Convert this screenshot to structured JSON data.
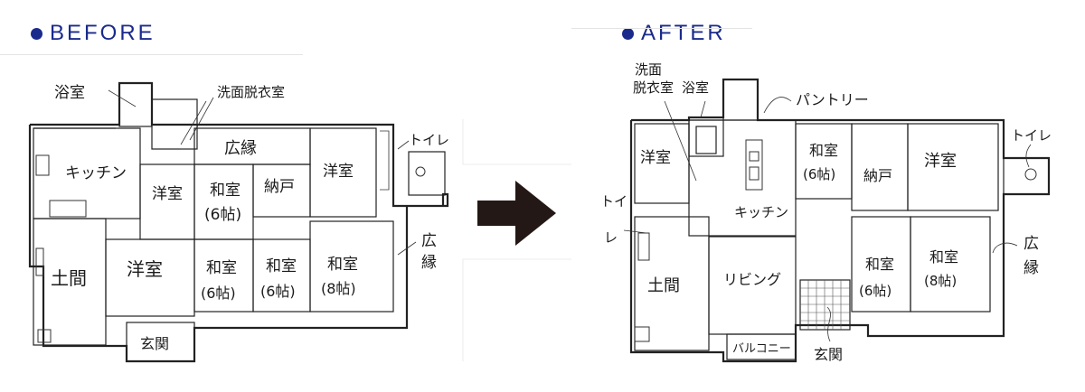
{
  "headings": {
    "before": "BEFORE",
    "after": "AFTER"
  },
  "before_labels": {
    "bath": "浴室",
    "washroom": "洗面脱衣室",
    "toilet": "トイレ",
    "engawa_top": "広縁",
    "kitchen": "キッチン",
    "western_small": "洋室",
    "washitsu_6a": "和室",
    "washitsu_6a_size": "(6帖)",
    "storage": "納戸",
    "western_right": "洋室",
    "doma": "土間",
    "western_center": "洋室",
    "washitsu_6b": "和室",
    "washitsu_6b_size": "(6帖)",
    "washitsu_6c": "和室",
    "washitsu_6c_size": "(6帖)",
    "washitsu_8": "和室",
    "washitsu_8_size": "(8帖)",
    "engawa_right_1": "広",
    "engawa_right_2": "縁",
    "entrance": "玄関"
  },
  "after_labels": {
    "washroom_1": "洗面",
    "washroom_2": "脱衣室",
    "bath": "浴室",
    "pantry": "パントリー",
    "toilet_top": "トイレ",
    "western_left": "洋室",
    "kitchen": "キッチン",
    "washitsu_6a": "和室",
    "washitsu_6a_size": "(6帖)",
    "storage": "納戸",
    "western_right": "洋室",
    "toilet_left_1": "トイ",
    "toilet_left_2": "レ",
    "doma": "土間",
    "living": "リビング",
    "washitsu_6b": "和室",
    "washitsu_6b_size": "(6帖)",
    "washitsu_8": "和室",
    "washitsu_8_size": "(8帖)",
    "engawa_1": "広",
    "engawa_2": "縁",
    "balcony": "バルコニー",
    "entrance": "玄関"
  }
}
